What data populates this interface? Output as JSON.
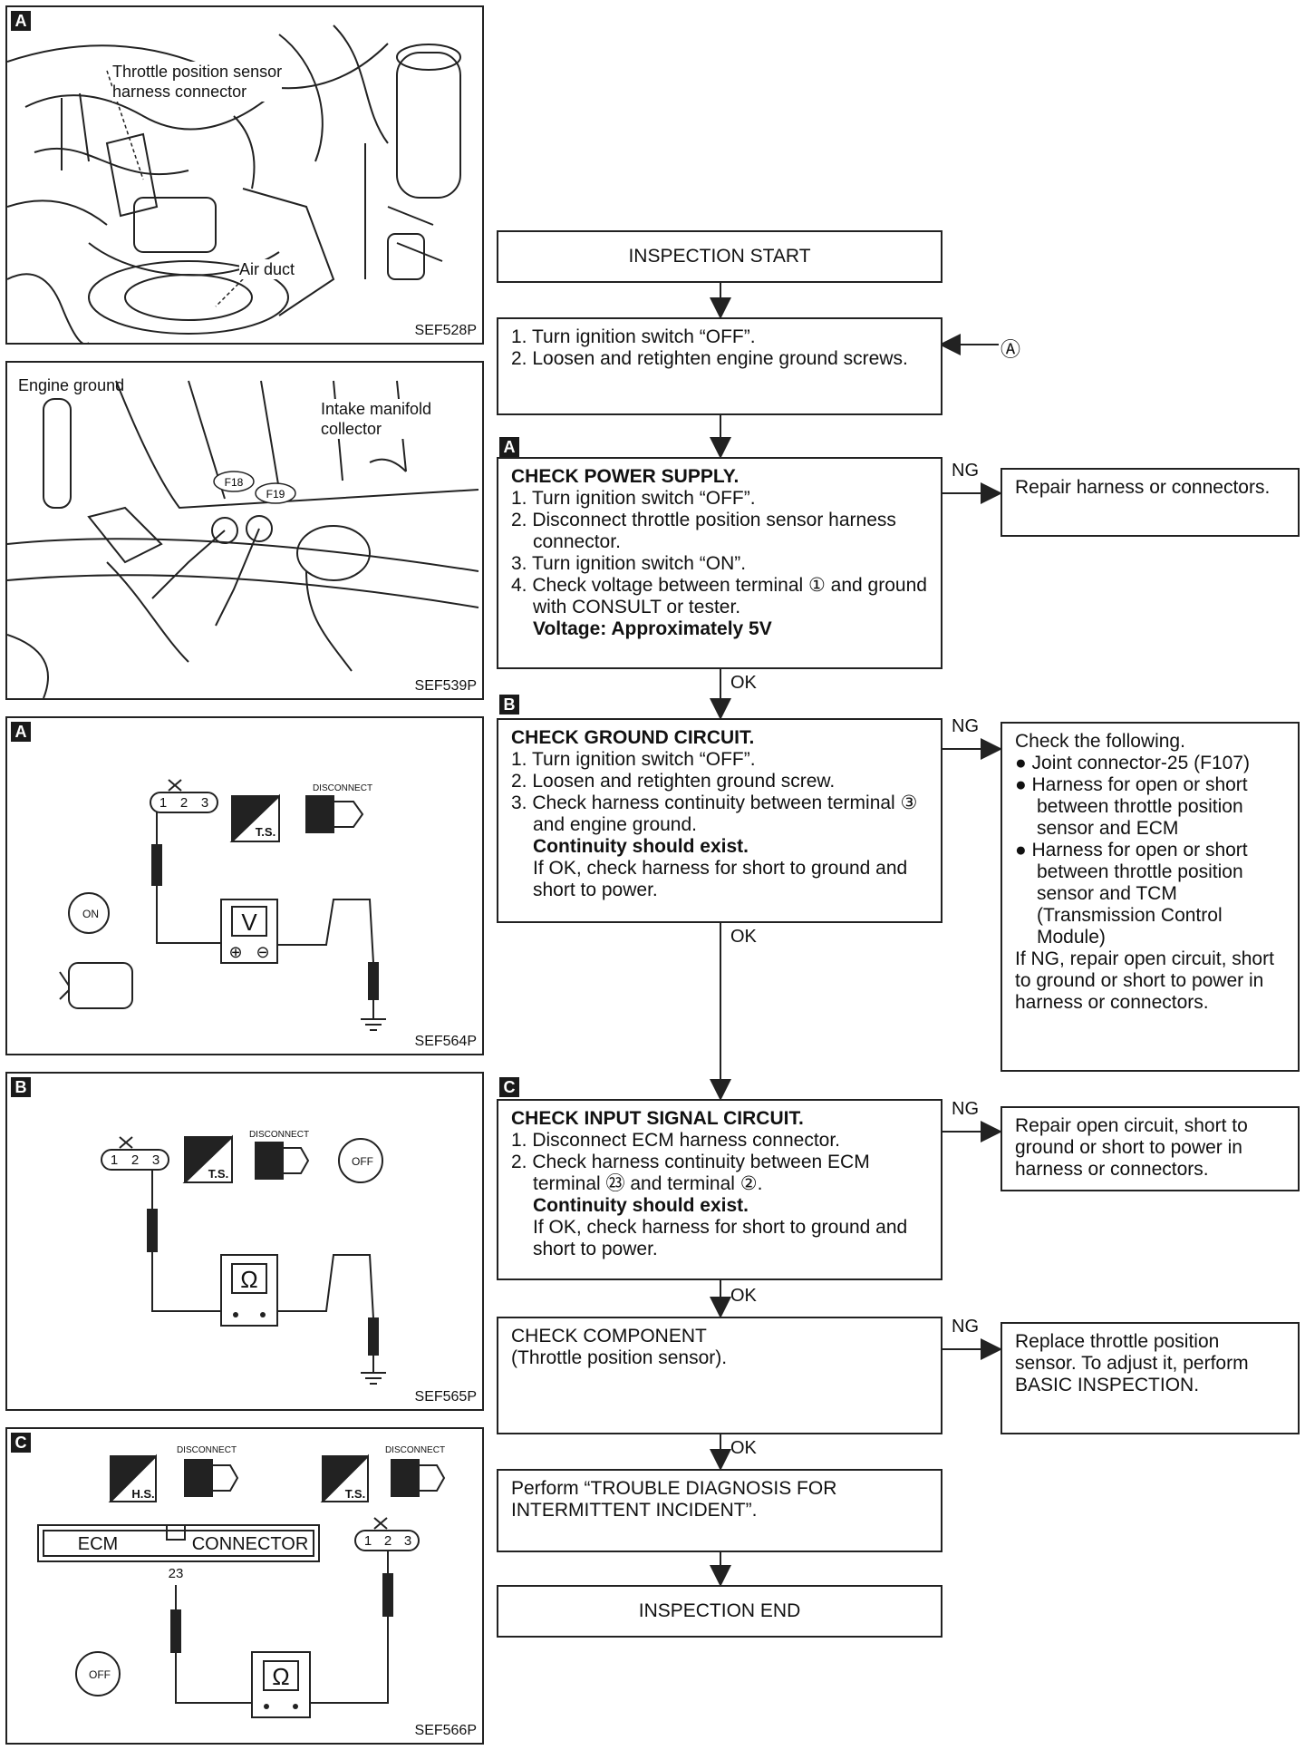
{
  "figures": {
    "sef528p": {
      "code": "SEF528P",
      "tag": "A",
      "label_tps": "Throttle position sensor\nharness connector",
      "label_air": "Air duct"
    },
    "sef539p": {
      "code": "SEF539P",
      "label_ground": "Engine ground",
      "label_intake": "Intake manifold\ncollector",
      "conn1": "F18",
      "conn2": "F19"
    },
    "sef564p": {
      "code": "SEF564P",
      "tag": "A",
      "terminals": [
        "1",
        "2",
        "3"
      ],
      "meter": "V",
      "ts": "T.S.",
      "disconnect": "DISCONNECT",
      "key": "ON",
      "plus": "⊕",
      "minus": "⊖"
    },
    "sef565p": {
      "code": "SEF565P",
      "tag": "B",
      "terminals": [
        "1",
        "2",
        "3"
      ],
      "meter": "Ω",
      "ts": "T.S.",
      "disconnect": "DISCONNECT",
      "key": "OFF"
    },
    "sef566p": {
      "code": "SEF566P",
      "tag": "C",
      "terminals": [
        "1",
        "2",
        "3"
      ],
      "meter": "Ω",
      "hs": "H.S.",
      "ts": "T.S.",
      "disconnect1": "DISCONNECT",
      "disconnect2": "DISCONNECT",
      "ecm": "ECM",
      "connector": "CONNECTOR",
      "pin": "23",
      "key": "OFF"
    }
  },
  "flow": {
    "start": "INSPECTION START",
    "step1": [
      "1. Turn ignition switch “OFF”.",
      "2. Loosen and retighten engine ground screws."
    ],
    "entry_marker": "Ⓐ",
    "check_a": {
      "tag": "A",
      "title": "CHECK POWER SUPPLY.",
      "items": [
        "1. Turn ignition switch “OFF”.",
        "2. Disconnect throttle position sensor harness connector.",
        "3. Turn ignition switch “ON”.",
        "4. Check voltage between terminal ① and ground with CONSULT or tester."
      ],
      "spec": "Voltage: Approximately 5V",
      "ng_result": "Repair harness or connectors."
    },
    "check_b": {
      "tag": "B",
      "title": "CHECK GROUND CIRCUIT.",
      "items": [
        "1. Turn ignition switch “OFF”.",
        "2. Loosen and retighten ground screw.",
        "3. Check harness continuity between terminal ③ and engine ground."
      ],
      "spec": "Continuity should exist.",
      "note": "If OK, check harness for short to ground and short to power.",
      "ng_intro": "Check the following.",
      "ng_items": [
        "● Joint connector-25 (F107)",
        "● Harness for open or short between throttle position sensor and ECM",
        "● Harness for open or short between throttle position sensor and TCM (Transmission Control Module)"
      ],
      "ng_note": "If NG, repair open circuit, short to ground or short to power in harness or connectors."
    },
    "check_c": {
      "tag": "C",
      "title": "CHECK INPUT SIGNAL CIRCUIT.",
      "items": [
        "1. Disconnect ECM harness connector.",
        "2. Check harness continuity between ECM terminal ㉓ and terminal ②."
      ],
      "spec": "Continuity should exist.",
      "note": "If OK, check harness for short to ground and short to power.",
      "ng_result": "Repair open circuit, short to ground or short to power in harness or connectors."
    },
    "component": {
      "title": "CHECK COMPONENT",
      "sub": "(Throttle position sensor).",
      "ng_result": "Replace throttle position sensor. To adjust it, perform BASIC INSPECTION."
    },
    "perform": "Perform “TROUBLE DIAGNOSIS FOR INTERMITTENT INCIDENT”.",
    "end": "INSPECTION END",
    "ng_label": "NG",
    "ok_label": "OK"
  }
}
